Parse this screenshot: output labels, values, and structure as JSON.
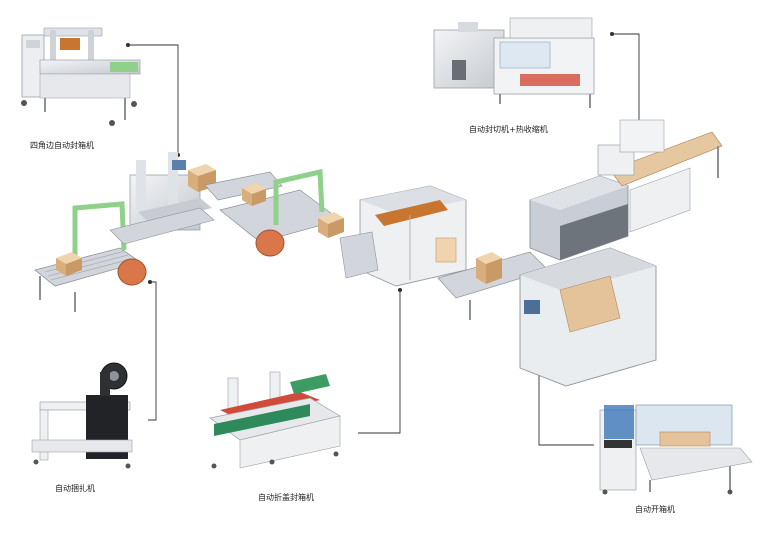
{
  "labels": {
    "four_corner_sealer": "四角边自动封箱机",
    "cutter_shrink": "自动封切机+热收缩机",
    "strapping": "自动捆扎机",
    "flap_sealer": "自动折盖封箱机",
    "erector": "自动开箱机"
  },
  "colors": {
    "machine_body": "#e9ebee",
    "machine_frame": "#b8bdc4",
    "roller": "#c9ced4",
    "carton": "#e8c9a0",
    "carton_edge": "#c79a66",
    "tape_reel": "#d9774a",
    "green_frame": "#8fd08a",
    "blue_panel": "#2f6fb5",
    "leader_line": "#333333"
  }
}
